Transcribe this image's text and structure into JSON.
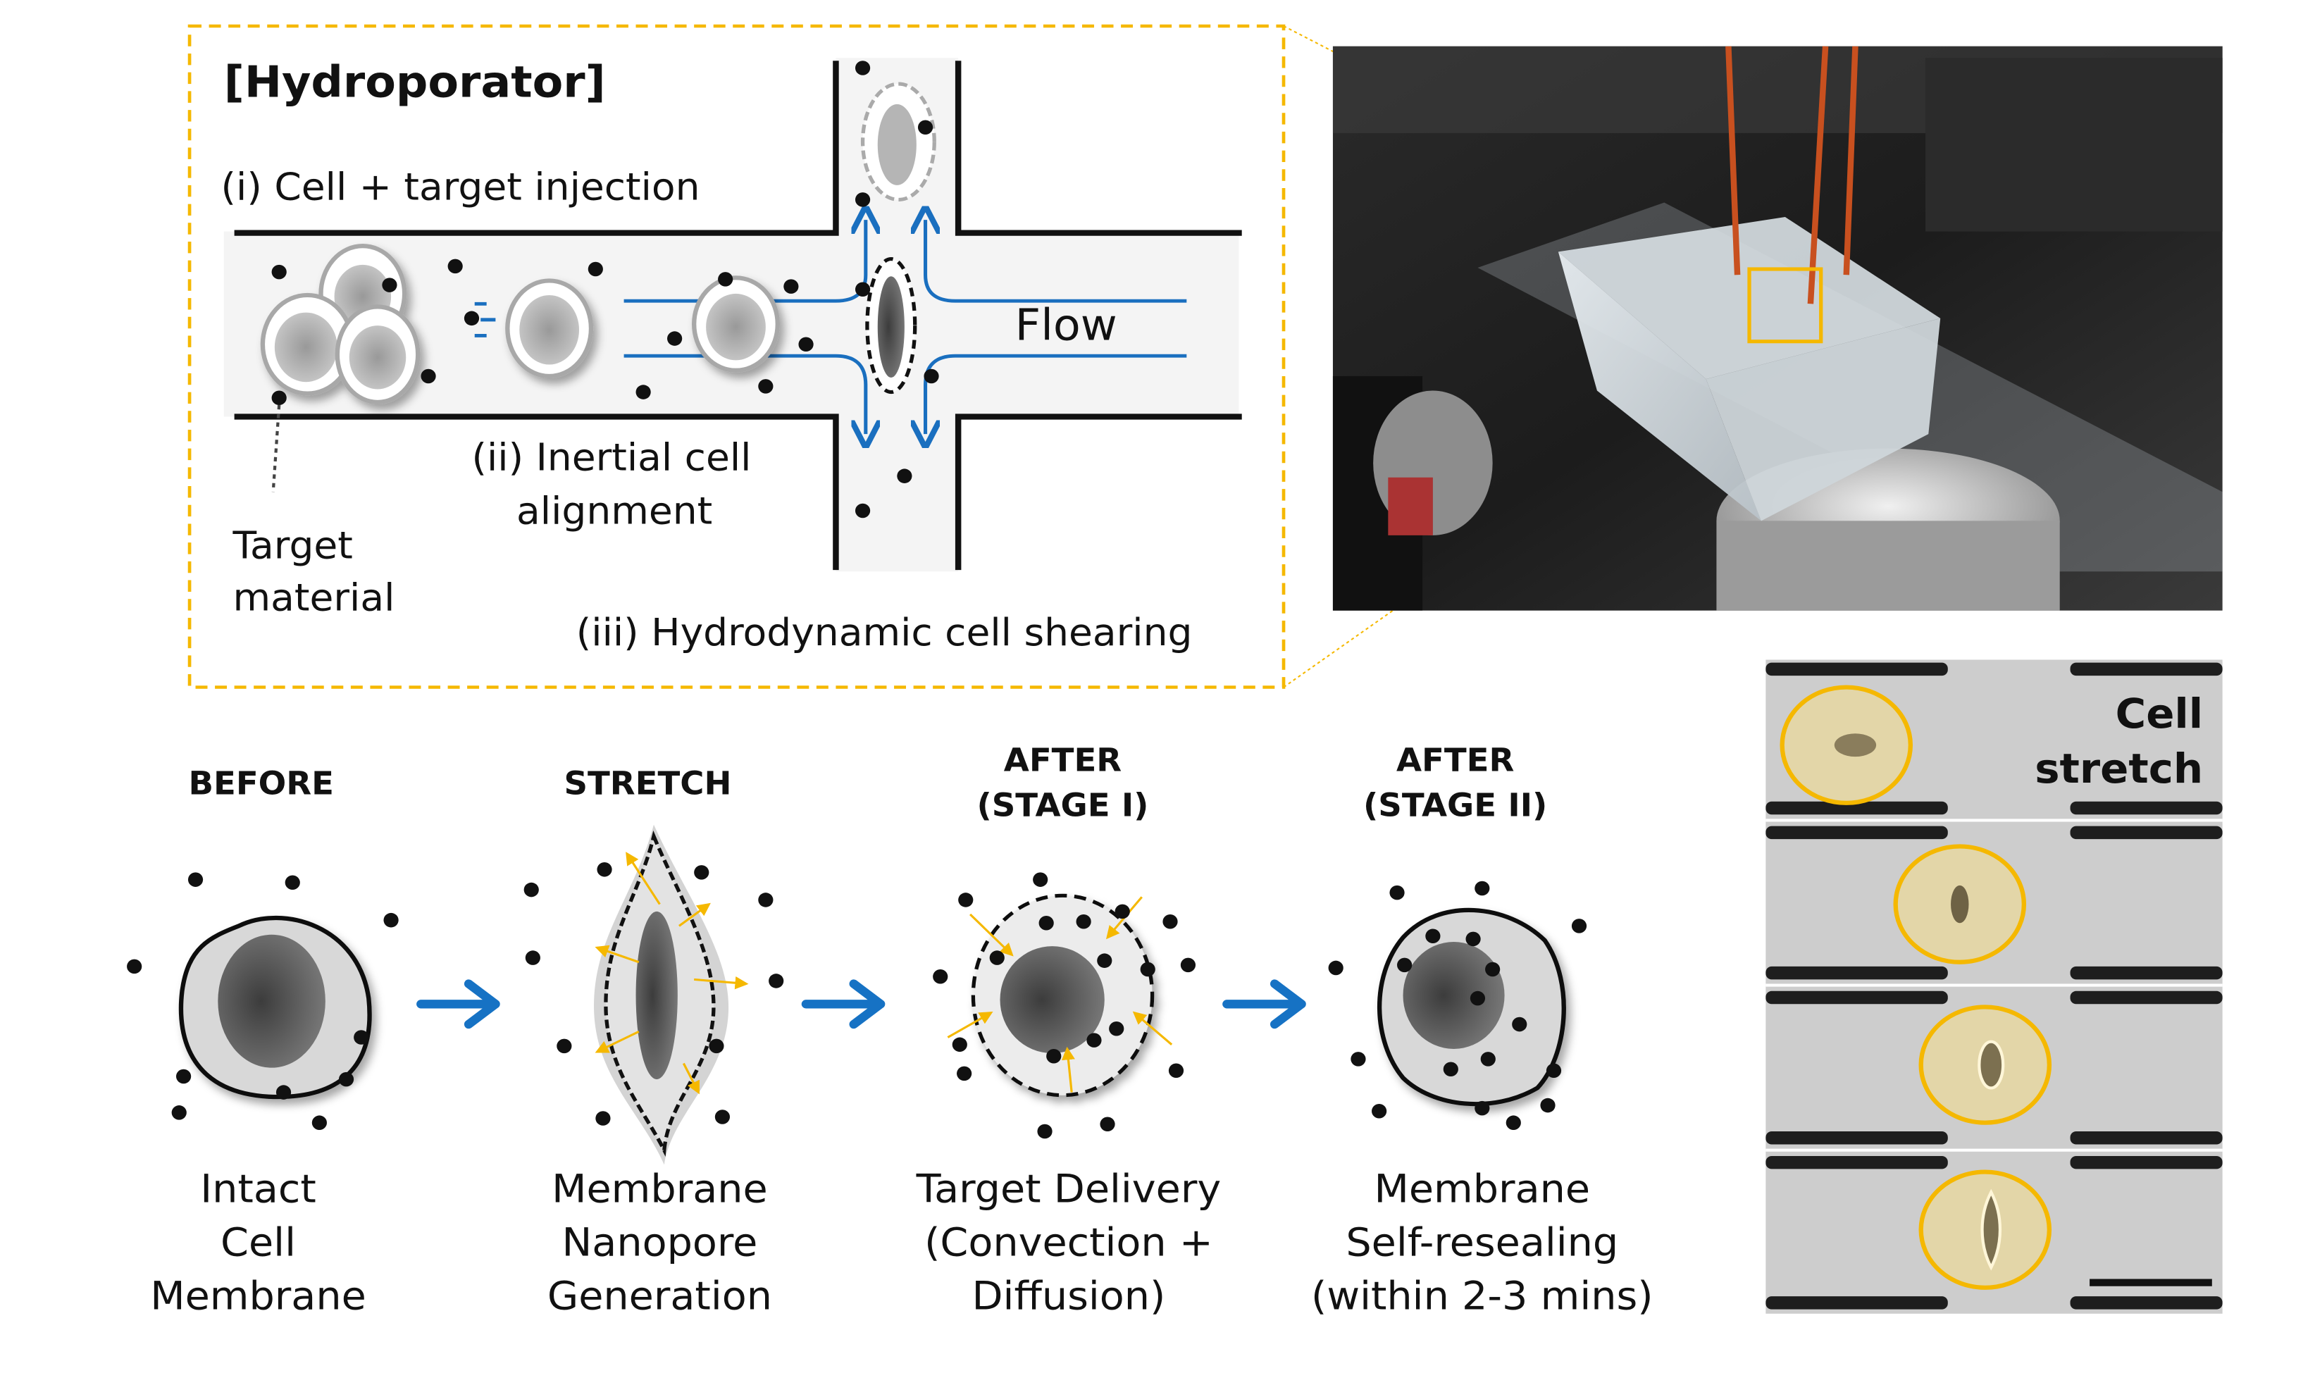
{
  "colors": {
    "accent_yellow": "#F5B800",
    "flow_blue": "#1a6fbf",
    "arrow_blue": "#1672c4",
    "channel_fill": "#f4f4f4",
    "membrane_fill": "#d8d8d8",
    "nucleus_dark": "#555555"
  },
  "hydroporator": {
    "title": "[Hydroporator]",
    "step_i": "(i) Cell + target  injection",
    "step_ii_line1": "(ii) Inertial cell",
    "step_ii_line2": "alignment",
    "step_iii": "(iii) Hydrodynamic cell shearing",
    "target_label_line1": "Target",
    "target_label_line2": "material",
    "flow_label": "Flow"
  },
  "device_photo": {
    "description": "microfluidic-device-on-microscope-photo"
  },
  "stages": [
    {
      "heading_line1": "BEFORE",
      "heading_line2": "",
      "caption": [
        "Intact",
        "Cell",
        "Membrane"
      ]
    },
    {
      "heading_line1": "STRETCH",
      "heading_line2": "",
      "caption": [
        "Membrane",
        "Nanopore",
        "Generation"
      ]
    },
    {
      "heading_line1": "AFTER",
      "heading_line2": "(STAGE I)",
      "caption": [
        "Target Delivery",
        "(Convection +",
        "Diffusion)"
      ]
    },
    {
      "heading_line1": "AFTER",
      "heading_line2": "(STAGE II)",
      "caption": [
        "Membrane",
        "Self-resealing",
        "(within 2-3 mins)"
      ]
    }
  ],
  "micrograph": {
    "label_line1": "Cell",
    "label_line2": "stretch",
    "frames": 4
  }
}
